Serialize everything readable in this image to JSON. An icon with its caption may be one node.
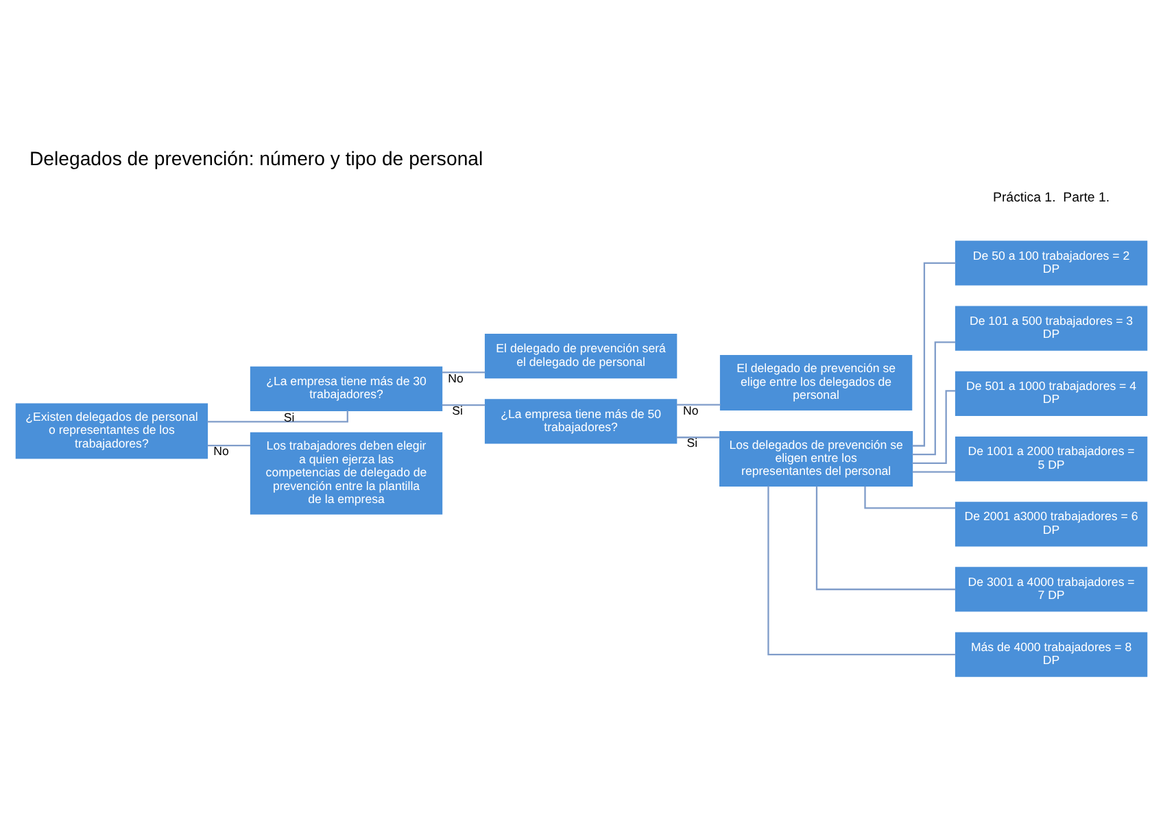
{
  "diagram": {
    "title": "Delegados de prevención: número y tipo de personal",
    "nodes": [
      {
        "text": [
          "¿Existen delegados de personal o representantes de los trabajadores?"
        ]
      },
      {
        "text": [
          "¿La empresa tiene más de 30 trabajadores?"
        ]
      },
      {
        "text": [
          "El delegado de prevención será el delegado de personal"
        ]
      },
      {
        "text": [
          "¿La empresa tiene más de 50 trabajadores?"
        ]
      },
      {
        "text": [
          "El delegado de prevención se elige entre los delegados de personal"
        ]
      },
      {
        "text": [
          "Los delegados de prevención se eligen entre los representantes del personal"
        ]
      },
      {
        "text": [
          "De 50 a 100 trabajadores = 2 DP"
        ]
      },
      {
        "text": [
          "De 101 a 500 trabajadores = 3 DP"
        ]
      },
      {
        "text": [
          "De 501 a 1000 trabajadores = 4 DP"
        ]
      },
      {
        "text": [
          "De 1001 a 2000 trabajadores = 5 DP"
        ]
      },
      {
        "text": [
          "De 2001 a3000 trabajadores = 6 DP"
        ]
      },
      {
        "text": [
          "De 3001 a 4000 trabajadores = 7 DP"
        ]
      },
      {
        "text": [
          "Más de 4000 trabajadores = 8 DP"
        ]
      },
      {
        "text": [
          "Los trabajadores deben elegir a quien ejerza las competencias de delegado de prevención entre la plantilla de la empresa"
        ]
      }
    ],
    "edges": [
      {
        "from": 0,
        "to": 1,
        "arrow": "none",
        "label": "Si"
      },
      {
        "from": 0,
        "to": 13,
        "arrow": "none",
        "label": "No"
      },
      {
        "from": 1,
        "to": 2,
        "arrow": "none",
        "label": "No"
      },
      {
        "from": 1,
        "to": 3,
        "arrow": "none",
        "label": "Si"
      },
      {
        "from": 3,
        "to": 4,
        "arrow": "none",
        "label": "No"
      },
      {
        "from": 3,
        "to": 5,
        "arrow": "none",
        "label": "Si"
      },
      {
        "from": 5,
        "to": 6,
        "arrow": "none"
      },
      {
        "from": 5,
        "to": 7,
        "arrow": "none"
      },
      {
        "from": 5,
        "to": 8,
        "arrow": "none"
      },
      {
        "from": 5,
        "to": 9,
        "arrow": "none"
      },
      {
        "from": 5,
        "to": 10,
        "arrow": "none"
      },
      {
        "from": 5,
        "to": 11,
        "arrow": "none"
      },
      {
        "from": 5,
        "to": 12,
        "arrow": "none"
      }
    ],
    "labels": [
      "Práctica 1.  Parte 1."
    ]
  }
}
